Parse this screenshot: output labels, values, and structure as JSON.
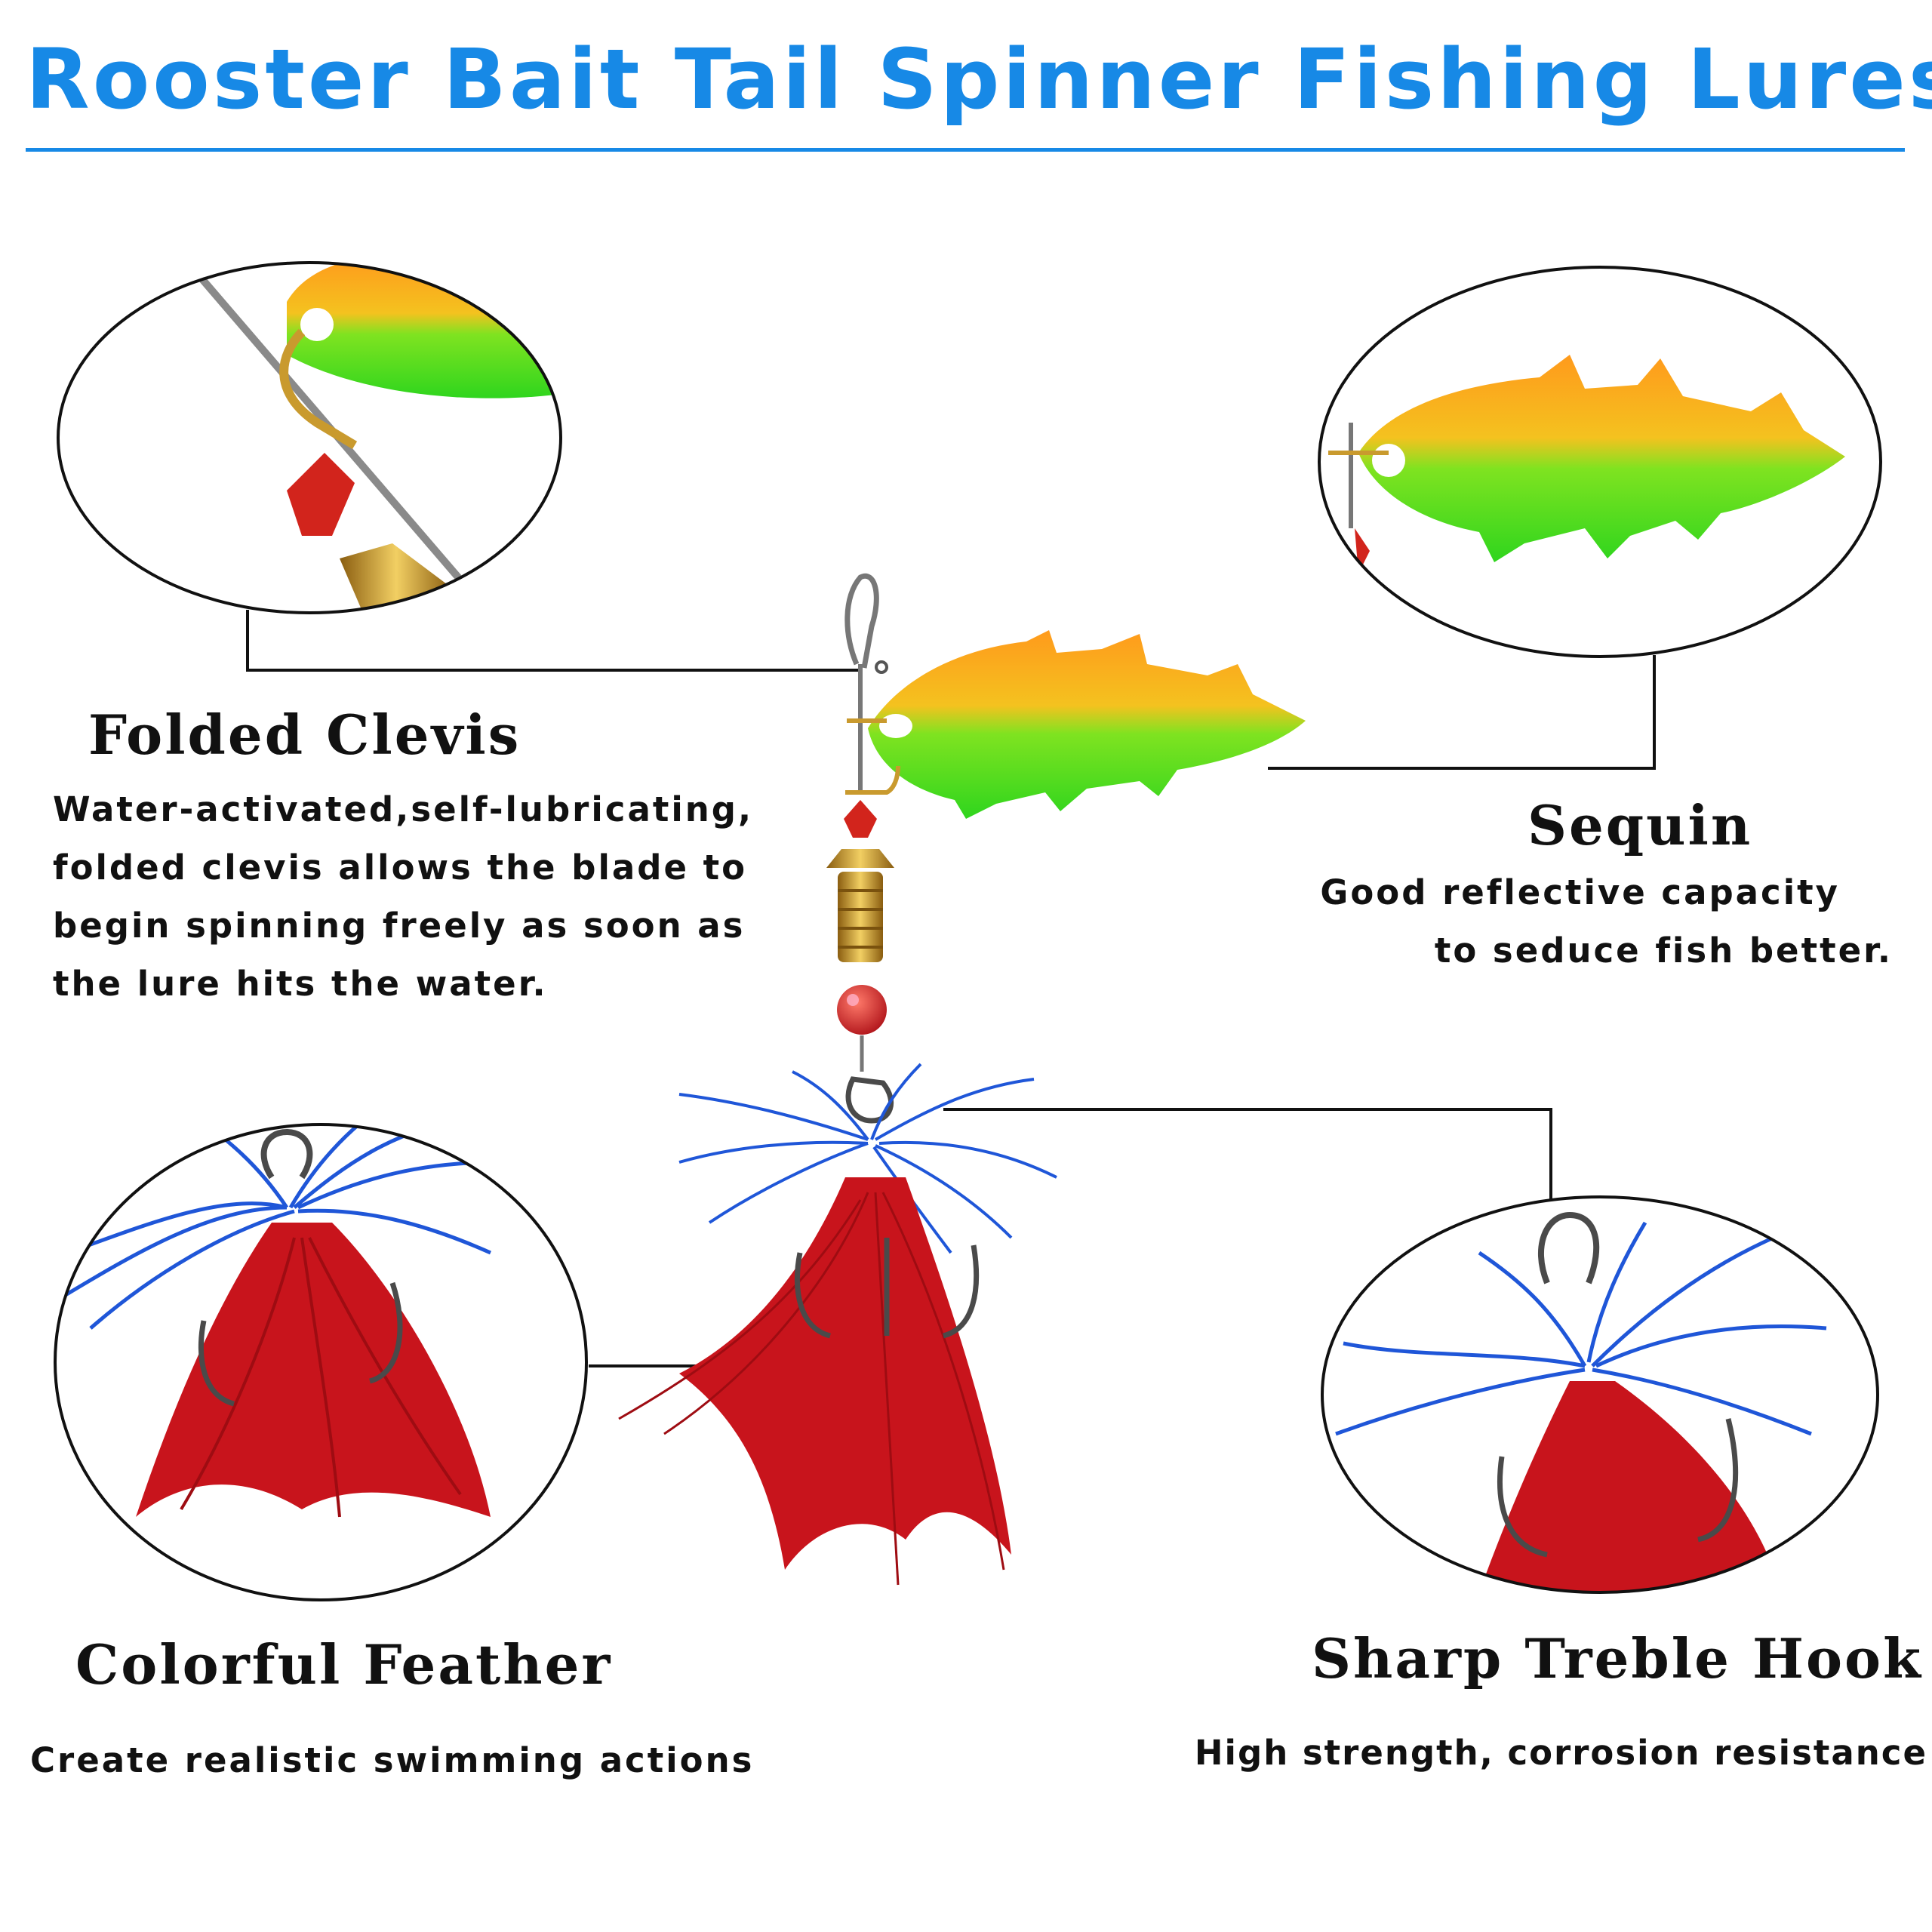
{
  "title": "Rooster Bait Tail Spinner Fishing Lures",
  "colors": {
    "title_blue": "#1789e6",
    "blade_green": "#39d81f",
    "blade_orange": "#ffa21e",
    "feather_red": "#c8141c",
    "feather_blue": "#1f56d8",
    "bead_red": "#d2241c",
    "brass": "#c99a2e"
  },
  "features": {
    "clevis": {
      "heading": "Folded Clevis",
      "lines": [
        "Water-activated,self-lubricating,",
        "folded clevis allows the blade to",
        "begin spinning freely as soon as",
        "the lure hits the water."
      ]
    },
    "sequin": {
      "heading": "Sequin",
      "lines": [
        "Good reflective capacity",
        "to seduce fish better."
      ]
    },
    "feather": {
      "heading": "Colorful Feather",
      "lines": [
        "Create realistic swimming actions"
      ]
    },
    "hook": {
      "heading": "Sharp Treble Hook",
      "lines": [
        "High strength, corrosion resistance"
      ]
    }
  }
}
